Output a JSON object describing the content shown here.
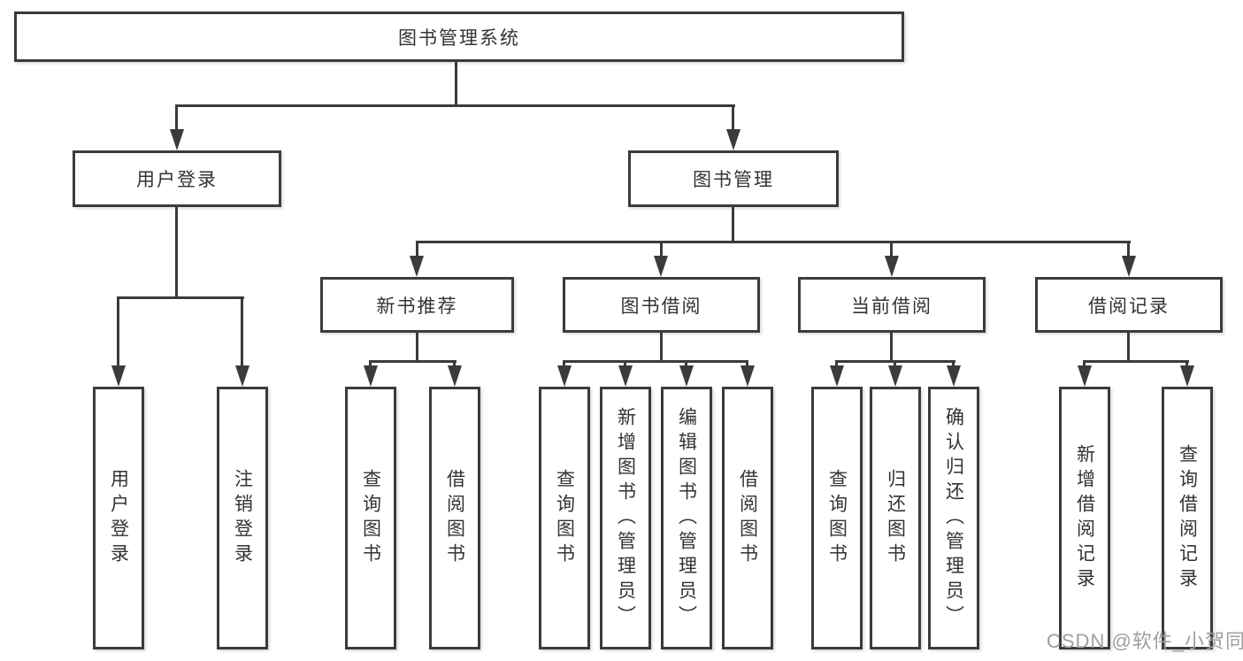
{
  "diagram": {
    "root": {
      "label": "图书管理系统"
    },
    "branches": [
      {
        "label": "用户登录",
        "leaves": [
          "用户登录",
          "注销登录"
        ]
      },
      {
        "label": "图书管理",
        "groups": [
          {
            "label": "新书推荐",
            "leaves": [
              "查询图书",
              "借阅图书"
            ]
          },
          {
            "label": "图书借阅",
            "leaves": [
              "查询图书",
              "新增图书（管理员）",
              "编辑图书（管理员）",
              "借阅图书"
            ]
          },
          {
            "label": "当前借阅",
            "leaves": [
              "查询图书",
              "归还图书",
              "确认归还（管理员）"
            ]
          },
          {
            "label": "借阅记录",
            "leaves": [
              "新增借阅记录",
              "查询借阅记录"
            ]
          }
        ]
      }
    ]
  },
  "watermark": {
    "text": "CSDN @软件_小贺同学"
  },
  "colors": {
    "line": "#3b3b3b",
    "text": "#333333",
    "background": "#ffffff",
    "watermark": "#9e9e9e"
  }
}
